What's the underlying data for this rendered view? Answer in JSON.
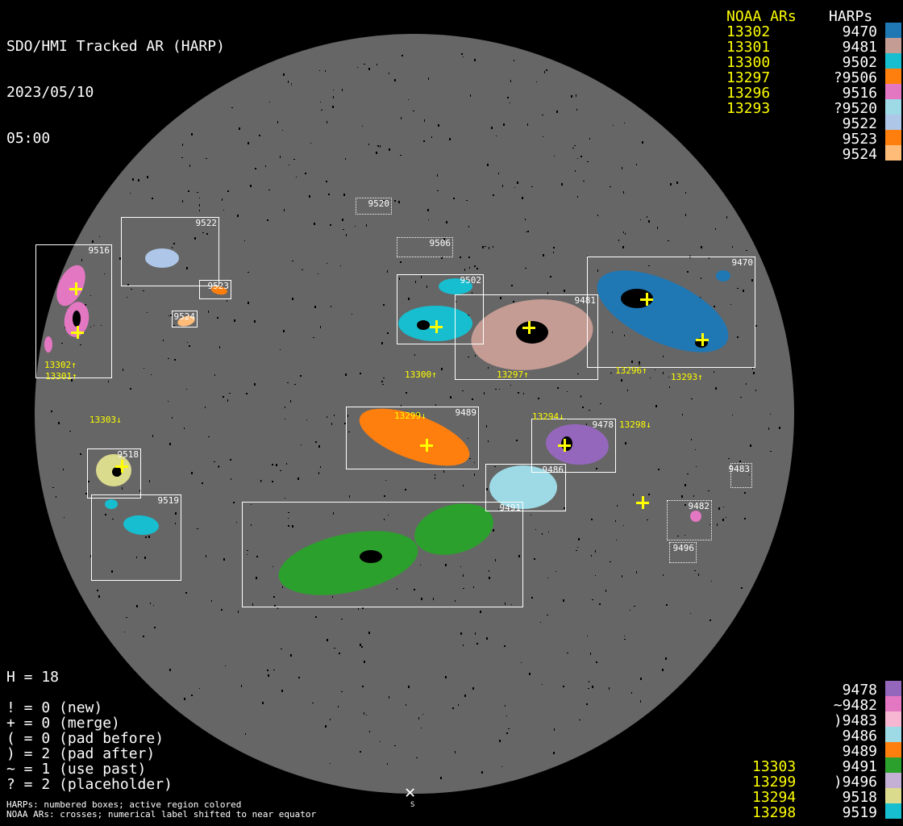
{
  "header": {
    "title": "SDO/HMI Tracked AR (HARP)",
    "date": "2023/05/10",
    "time": "05:00"
  },
  "legend_top": {
    "noaa_heading": "NOAA ARs",
    "harps_heading": "HARPs",
    "noaa": [
      "13302",
      "13301",
      "13300",
      "13297",
      "13296",
      "13293"
    ],
    "harps": [
      {
        "label": "9470",
        "color": "#1f77b4"
      },
      {
        "label": "9481",
        "color": "#c49c94"
      },
      {
        "label": "9502",
        "color": "#17becf"
      },
      {
        "label": "?9506",
        "color": "#ff7f0e"
      },
      {
        "label": "9516",
        "color": "#e377c2"
      },
      {
        "label": "?9520",
        "color": "#9edae5"
      },
      {
        "label": "9522",
        "color": "#aec7e8"
      },
      {
        "label": "9523",
        "color": "#ff7f0e"
      },
      {
        "label": "9524",
        "color": "#ffbb78"
      }
    ]
  },
  "legend_bottom": {
    "noaa": [
      "13303",
      "13299",
      "13294",
      "13298"
    ],
    "harps": [
      {
        "label": "9478",
        "color": "#9467bd"
      },
      {
        "label": "~9482",
        "color": "#e377c2"
      },
      {
        "label": ")9483",
        "color": "#f7b6d2"
      },
      {
        "label": "9486",
        "color": "#9edae5"
      },
      {
        "label": "9489",
        "color": "#ff7f0e"
      },
      {
        "label": "9491",
        "color": "#2ca02c"
      },
      {
        "label": ")9496",
        "color": "#c5b0d5"
      },
      {
        "label": "9518",
        "color": "#dbdb8d"
      },
      {
        "label": "9519",
        "color": "#17becf"
      }
    ]
  },
  "stats": {
    "h": "H = 18",
    "lines": [
      "! = 0 (new)",
      "+ = 0 (merge)",
      "( = 0 (pad before)",
      ") = 2 (pad after)",
      "~ = 1 (use past)",
      "? = 2 (placeholder)"
    ],
    "notes": [
      "HARPs: numbered boxes; active region colored",
      "NOAA ARs: crosses; numerical label shifted to near equator"
    ]
  },
  "disk": {
    "harp_boxes": [
      "9516",
      "9522",
      "9523",
      "9524",
      "9520",
      "9506",
      "9502",
      "9481",
      "9470",
      "9489",
      "9478",
      "9486",
      "9491",
      "9518",
      "9519",
      "9483",
      "9482",
      "9496"
    ],
    "noaa_labels": [
      "13302↑",
      "13301↑",
      "13300↑",
      "13297↑",
      "13296↑",
      "13293↑",
      "13303↓",
      "13299↓",
      "13294↓",
      "13298↓"
    ],
    "south_marker": "S"
  }
}
